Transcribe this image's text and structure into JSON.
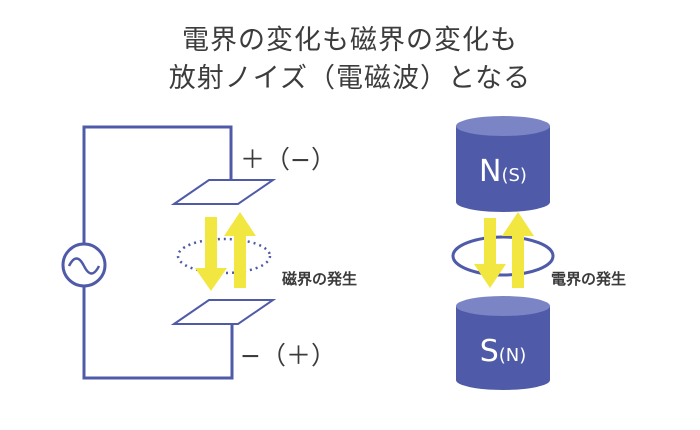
{
  "title": {
    "line1": "電界の変化も磁界の変化も",
    "line2": "放射ノイズ（電磁波）となる"
  },
  "circuit": {
    "top_plate_label": "＋（−）",
    "bottom_plate_label": "−（＋）",
    "field_label": "磁界の発生",
    "source_symbol": "~"
  },
  "magnet": {
    "top_pole": {
      "main": "N",
      "alt": "(S)"
    },
    "bottom_pole": {
      "main": "S",
      "alt": "(N)"
    },
    "field_label": "電界の発生"
  },
  "colors": {
    "wire": "#4f5ba8",
    "arrow": "#f2e640",
    "magnet_body": "#4f5ba8",
    "magnet_top": "#7b84c4"
  }
}
